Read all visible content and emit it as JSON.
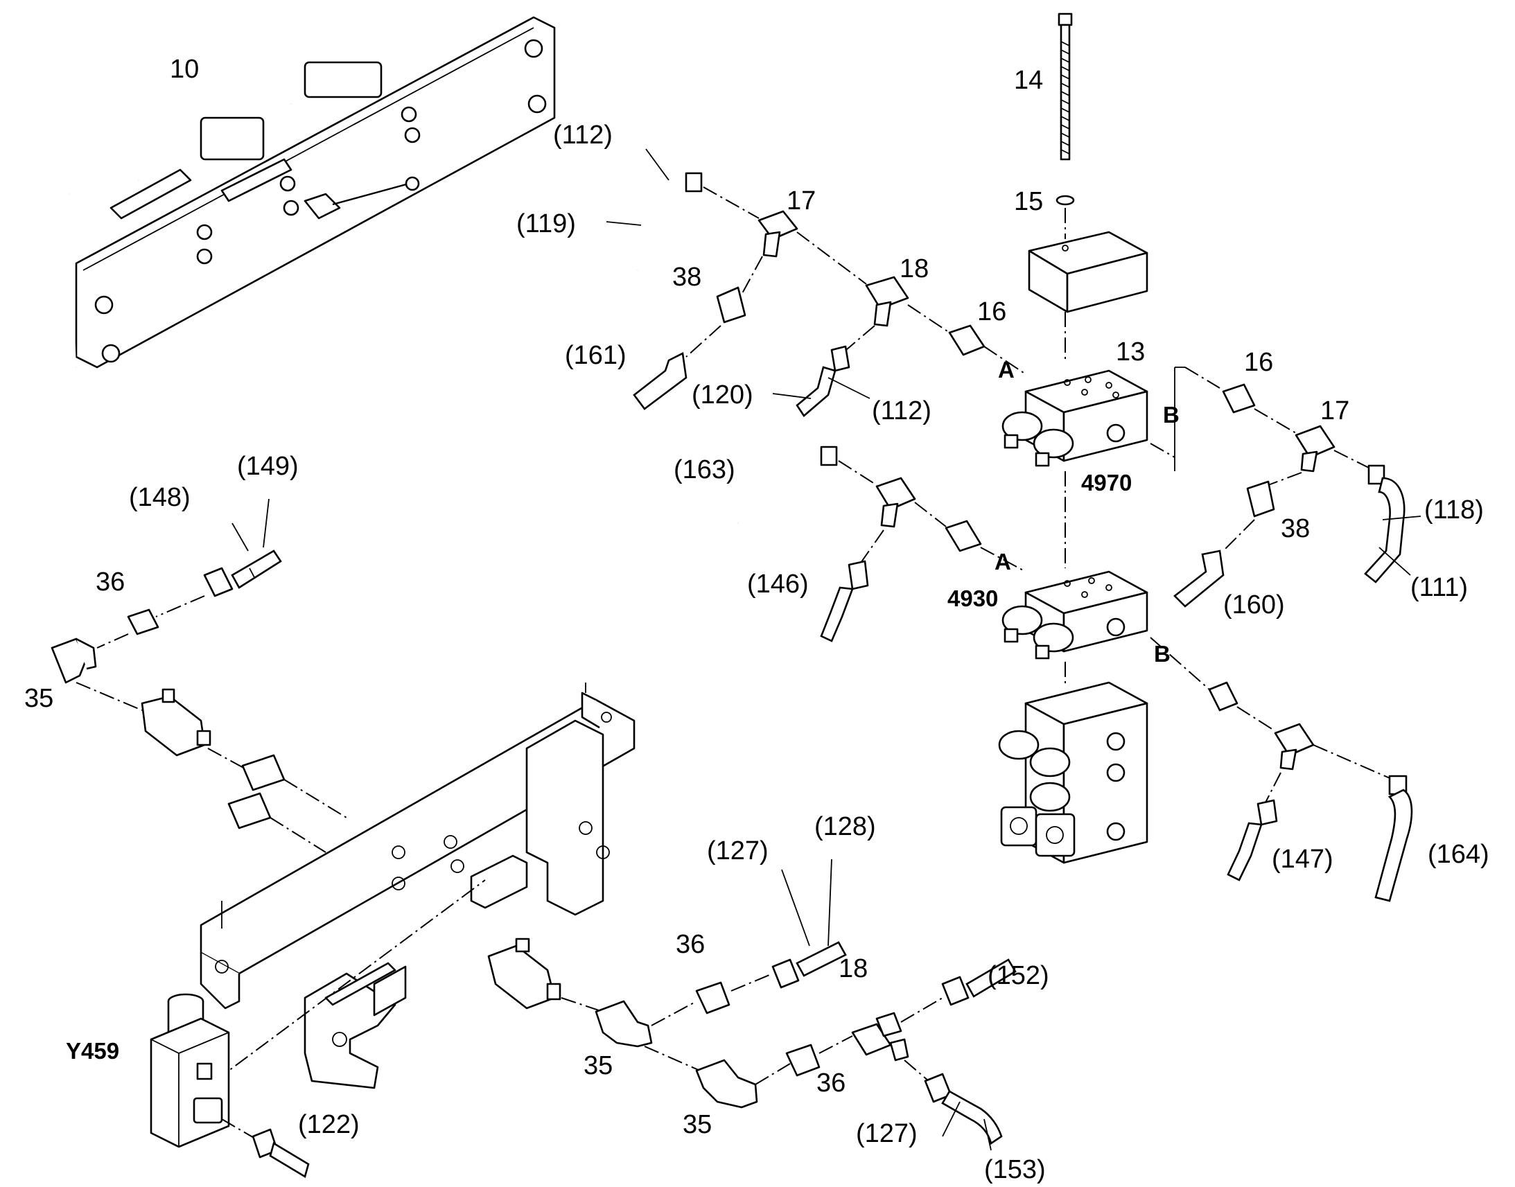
{
  "labels": {
    "l10": "10",
    "l14": "14",
    "l15": "15",
    "l13": "13",
    "l112a": "(112)",
    "l119": "(119)",
    "l17a": "17",
    "l38a": "38",
    "l18a": "18",
    "l16a": "16",
    "l161": "(161)",
    "l120": "(120)",
    "l112b": "(112)",
    "lA1": "A",
    "lB1": "B",
    "l16b": "16",
    "l17b": "17",
    "l4970": "4970",
    "l163": "(163)",
    "l118": "(118)",
    "l38b": "38",
    "l111": "(111)",
    "l160": "(160)",
    "l146": "(146)",
    "lA2": "A",
    "l4930": "4930",
    "lB2": "B",
    "l149": "(149)",
    "l148": "(148)",
    "l36a": "36",
    "l35a": "35",
    "l147": "(147)",
    "l164": "(164)",
    "l128": "(128)",
    "l127a": "(127)",
    "l36b": "36",
    "l18b": "18",
    "l152": "(152)",
    "lY459": "Y459",
    "l35b": "35",
    "l36c": "36",
    "l35c": "35",
    "l122": "(122)",
    "l127b": "(127)",
    "l153": "(153)"
  }
}
